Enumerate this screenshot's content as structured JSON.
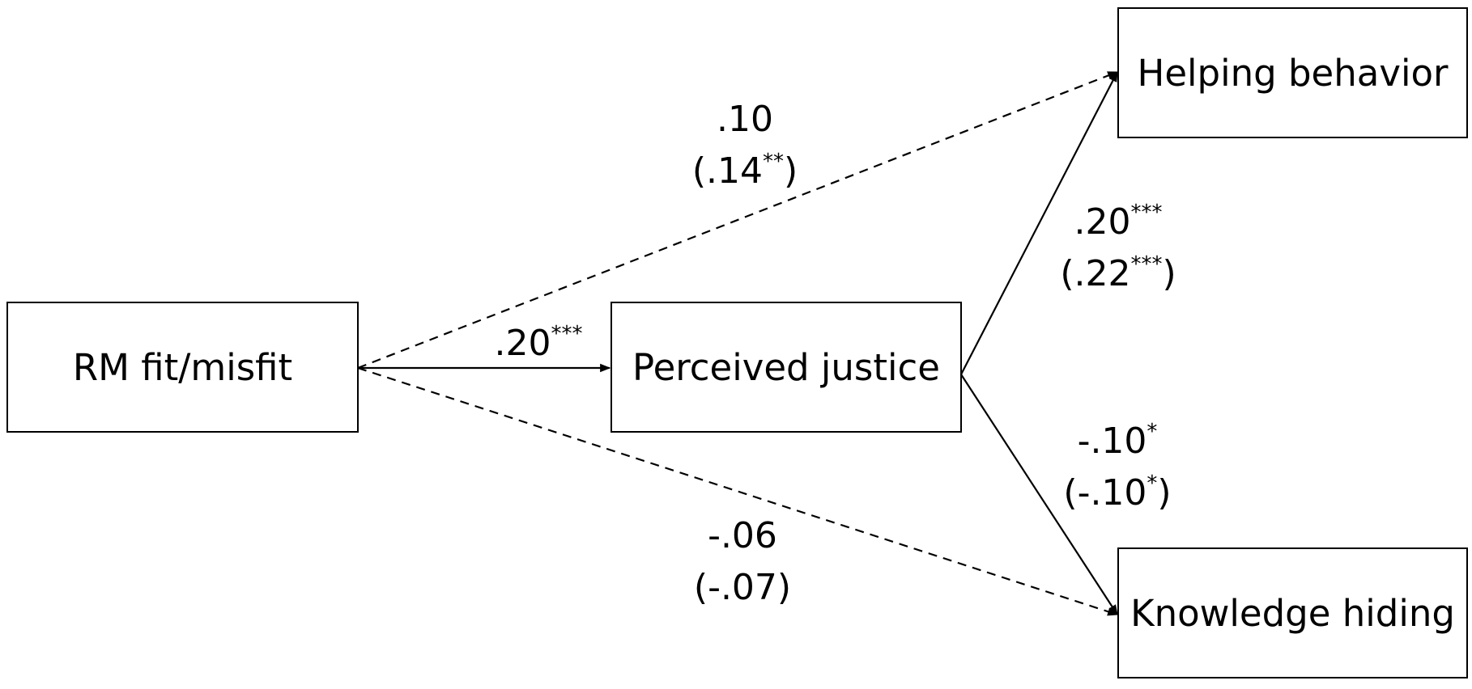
{
  "nodes": {
    "rm": "RM fit/misfit",
    "justice": "Perceived justice",
    "helping": "Helping behavior",
    "knowledge": "Knowledge hiding"
  },
  "paths": {
    "rm_to_helping": {
      "coef": ".10",
      "coef_sig": "",
      "indirect_pre": "(.14",
      "indirect_sig": "**",
      "indirect_post": ")",
      "style": "dashed"
    },
    "rm_to_justice": {
      "coef": ".20",
      "coef_sig": "***",
      "style": "solid"
    },
    "justice_to_helping": {
      "coef": ".20",
      "coef_sig": "***",
      "indirect_pre": "(.22",
      "indirect_sig": "***",
      "indirect_post": ")",
      "style": "solid"
    },
    "justice_to_knowledge": {
      "coef": "-.10",
      "coef_sig": "*",
      "indirect_pre": "(-.10",
      "indirect_sig": "*",
      "indirect_post": ")",
      "style": "solid"
    },
    "rm_to_knowledge": {
      "coef": "-.06",
      "coef_sig": "",
      "indirect_pre": "(-.07",
      "indirect_sig": "",
      "indirect_post": ")",
      "style": "dashed"
    }
  },
  "colors": {
    "stroke": "#000000",
    "background": "#ffffff"
  }
}
